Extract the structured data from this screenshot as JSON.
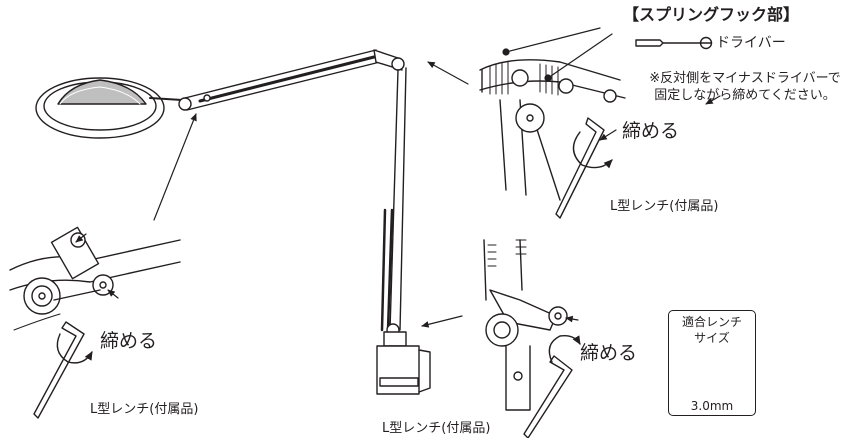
{
  "spring_hook": {
    "title": "【スプリングフック部】",
    "driver_label": "ドライバー",
    "note_line1": "※反対側をマイナスドライバーで",
    "note_line2": "固定しながら締めてください。"
  },
  "tighten_label": "締める",
  "wrench_label": "L型レンチ(付属品)",
  "wrench_size_box": {
    "line1": "適合レンチ",
    "line2": "サイズ",
    "size": "3.0mm"
  }
}
